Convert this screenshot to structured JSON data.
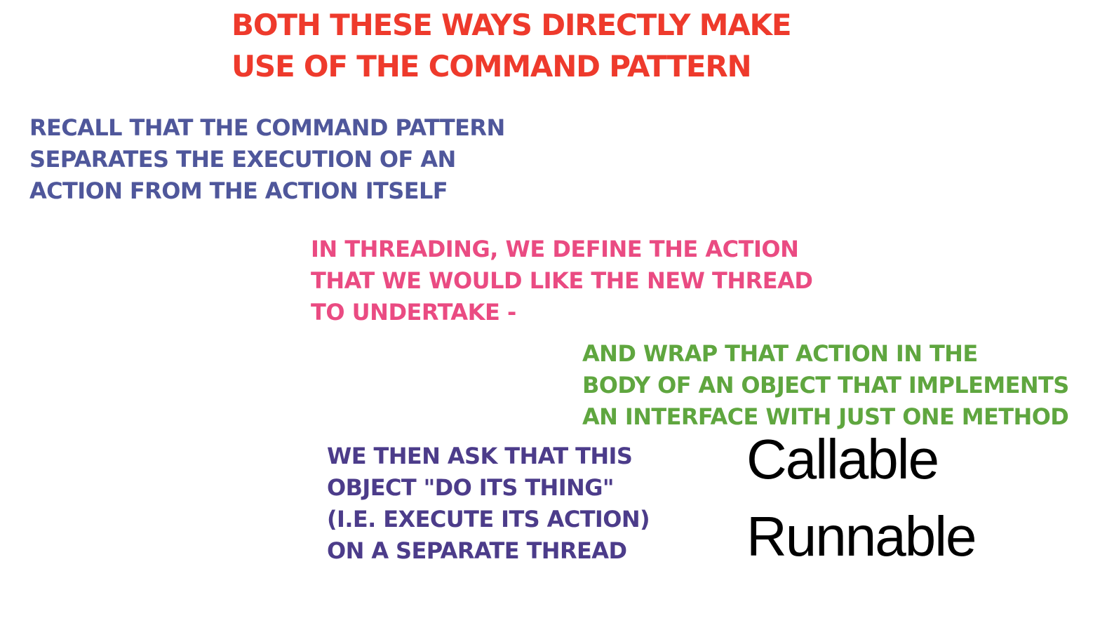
{
  "title": {
    "lines": [
      "BOTH THESE WAYS DIRECTLY MAKE",
      "USE OF THE COMMAND PATTERN"
    ],
    "color": "#ee3a2c"
  },
  "recall": {
    "lines": [
      "RECALL THAT THE COMMAND PATTERN",
      "SEPARATES THE EXECUTION OF AN",
      "ACTION FROM THE ACTION ITSELF"
    ],
    "color": "#4f579b"
  },
  "threading": {
    "lines": [
      "IN THREADING, WE DEFINE THE ACTION",
      "THAT WE WOULD LIKE THE NEW THREAD",
      "TO UNDERTAKE -"
    ],
    "color": "#ea4b82"
  },
  "wrap": {
    "lines": [
      "AND WRAP THAT ACTION IN THE",
      "BODY OF AN OBJECT THAT IMPLEMENTS",
      "AN INTERFACE WITH JUST ONE METHOD"
    ],
    "color": "#5fa63f"
  },
  "ask": {
    "lines": [
      "WE THEN ASK THAT THIS",
      "OBJECT \"DO ITS THING\"",
      "(I.E. EXECUTE ITS ACTION)",
      "ON A SEPARATE THREAD"
    ],
    "color": "#4c3c8a"
  },
  "interfaces": {
    "callable": "Callable",
    "runnable": "Runnable",
    "color": "#000000"
  }
}
